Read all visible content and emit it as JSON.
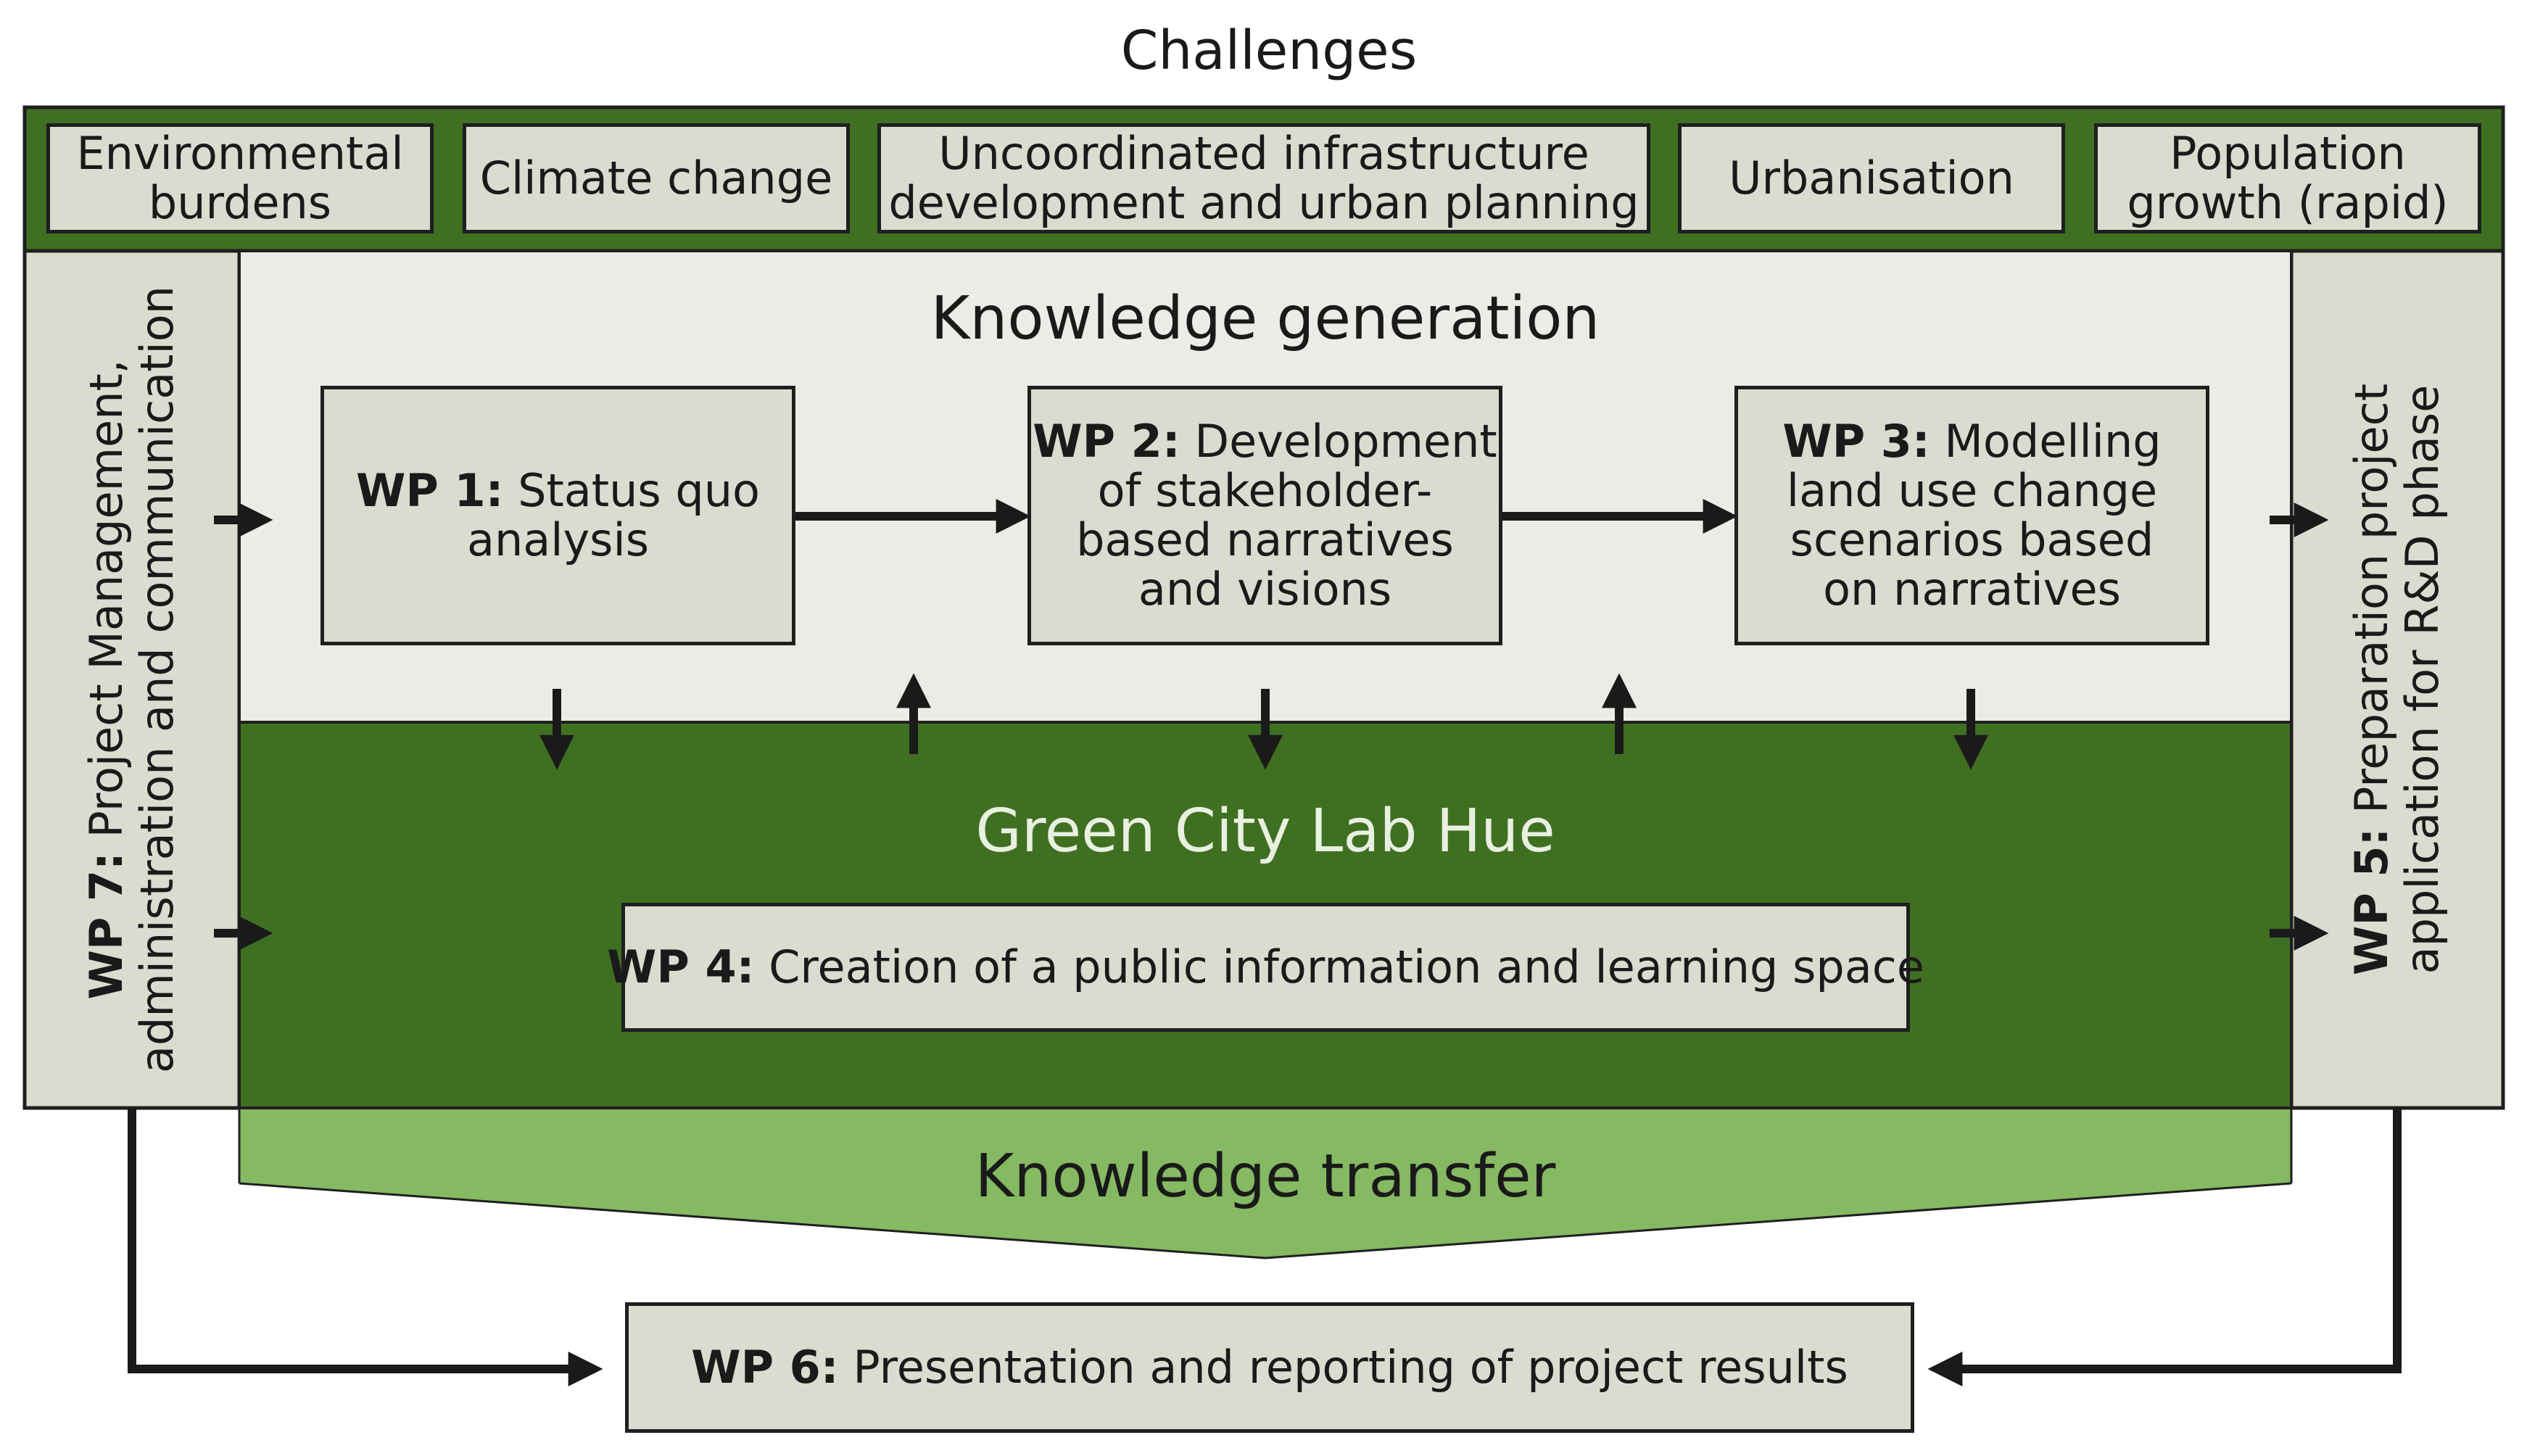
{
  "title": "Challenges",
  "challenges": [
    {
      "line1": "Environmental",
      "line2": "burdens"
    },
    {
      "line1": "Climate change",
      "line2": ""
    },
    {
      "line1": "Uncoordinated infrastructure",
      "line2": "development and urban planning"
    },
    {
      "line1": "Urbanisation",
      "line2": ""
    },
    {
      "line1": "Population",
      "line2": "growth (rapid)"
    }
  ],
  "knowledge_generation": {
    "title": "Knowledge generation"
  },
  "green_city_lab": {
    "title": "Green City Lab Hue"
  },
  "knowledge_transfer": {
    "title": "Knowledge transfer"
  },
  "wp1": {
    "label": "WP 1:",
    "text_line1": "Status quo",
    "text_line2": "analysis"
  },
  "wp2": {
    "label": "WP 2:",
    "text_line1": "Development",
    "text_line2": "of stakeholder-",
    "text_line3": "based narratives",
    "text_line4": "and visions"
  },
  "wp3": {
    "label": "WP 3:",
    "text_line1": "Modelling",
    "text_line2": "land use change",
    "text_line3": "scenarios based",
    "text_line4": "on narratives"
  },
  "wp4": {
    "label": "WP 4:",
    "text": "Creation of a public information and learning space"
  },
  "wp5": {
    "label": "WP 5:",
    "text_line1": "Preparation project",
    "text_line2": "application for R&D phase"
  },
  "wp6": {
    "label": "WP 6:",
    "text": "Presentation and reporting of project results"
  },
  "wp7": {
    "label": "WP 7:",
    "text_line1": "Project Management,",
    "text_line2": "administration and communication"
  },
  "colors": {
    "dark_green": "#3f7022",
    "light_green": "#85b962",
    "pale_grey": "#ecece7",
    "box_grey": "#dcdbd0",
    "outline": "#1f1f1f",
    "arrow": "#1a1a1a"
  }
}
